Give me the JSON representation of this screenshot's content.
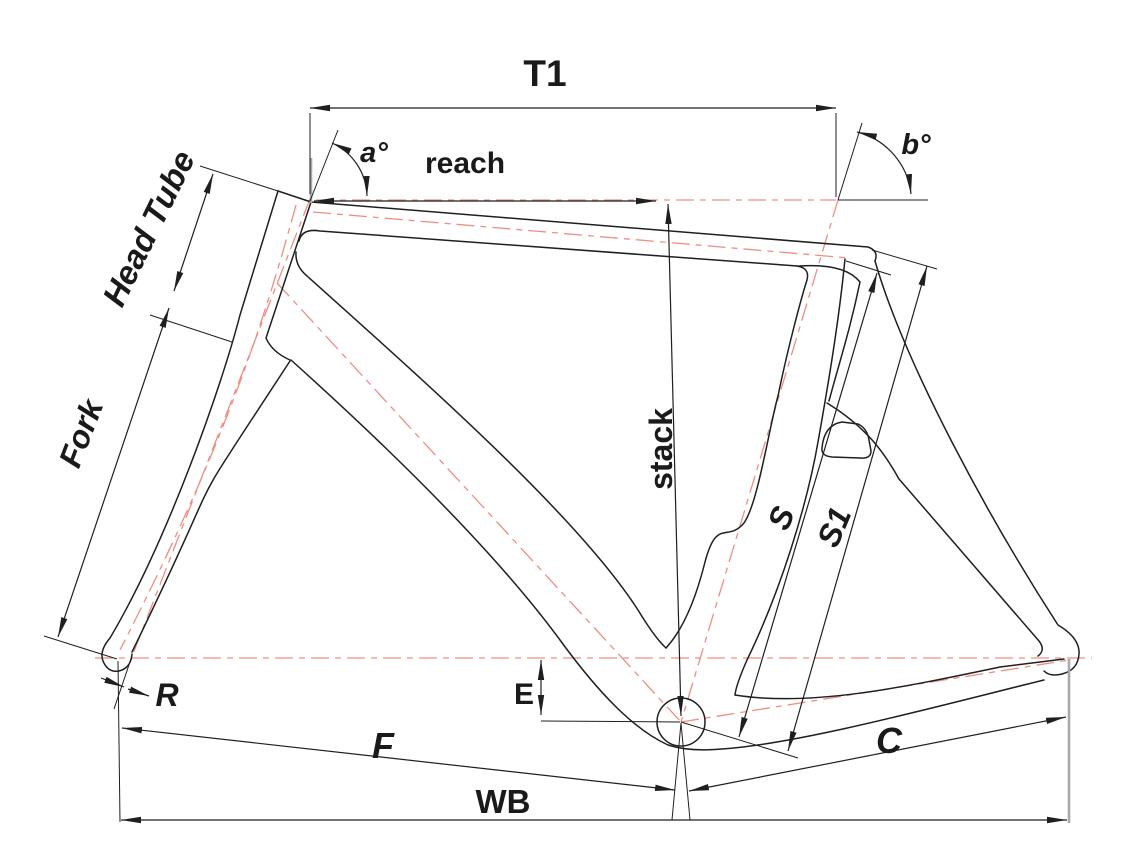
{
  "diagram": {
    "type": "bicycle-frame-geometry",
    "labels": {
      "t1": "T1",
      "head_angle": "a°",
      "reach": "reach",
      "seat_angle": "b°",
      "head_tube": "Head Tube",
      "fork": "Fork",
      "stack": "stack",
      "seat_tube_s": "S",
      "seat_tube_s1": "S1",
      "rake": "R",
      "bb_drop": "E",
      "front_center": "F",
      "chainstay": "C",
      "wheelbase": "WB"
    },
    "colors": {
      "outline": "#1f1f1f",
      "centerline_red": "#ef8d85",
      "extension_gray": "#a9a9a9",
      "background": "#ffffff"
    }
  }
}
